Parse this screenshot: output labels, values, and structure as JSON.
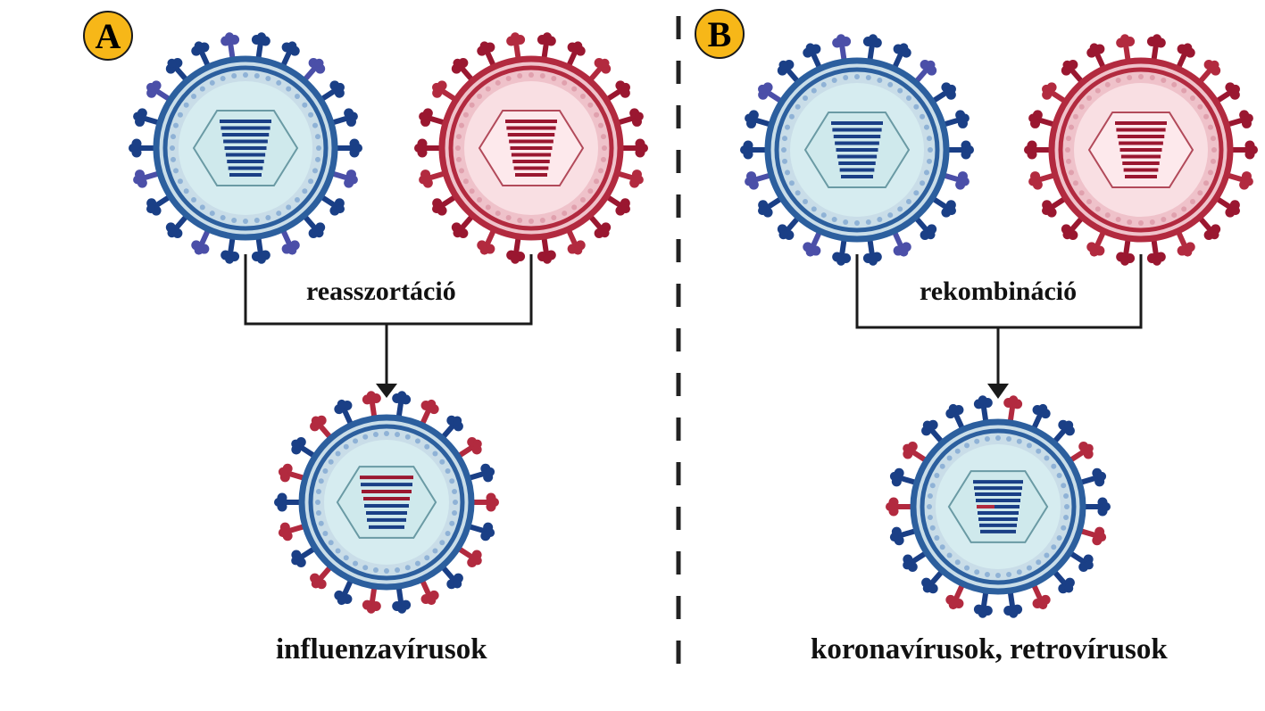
{
  "colors": {
    "blue": "#2c5f9e",
    "blue_dark": "#1a3f86",
    "blue_spike_alt": "#4b4fa8",
    "blue_fill": "#d6ecf0",
    "blue_dots": "#8fb2d6",
    "red": "#b22a3f",
    "red_dark": "#9a1730",
    "red_fill": "#f9dfe3",
    "red_dots": "#e0a0ad",
    "hex_fill": "#cfe9ec",
    "hex_stroke": "#6a9aa4",
    "hex_stroke_red": "#b24a5a",
    "badge": "#f7b718",
    "divider": "#222222"
  },
  "panels": [
    {
      "badge": "A",
      "process_label": "reasszortáció",
      "result_label": "influenzavírusok",
      "parent_left": {
        "color": "blue",
        "rna": "blue"
      },
      "parent_right": {
        "color": "red",
        "rna": "red"
      },
      "child": {
        "spike_style": "alternating-segments",
        "rna": "reassorted"
      }
    },
    {
      "badge": "B",
      "process_label": "rekombináció",
      "result_label": "koronavírusok, retrovírusok",
      "parent_left": {
        "color": "blue",
        "rna": "blue"
      },
      "parent_right": {
        "color": "red",
        "rna": "red"
      },
      "child": {
        "spike_style": "mixed",
        "rna": "recombined"
      }
    }
  ]
}
